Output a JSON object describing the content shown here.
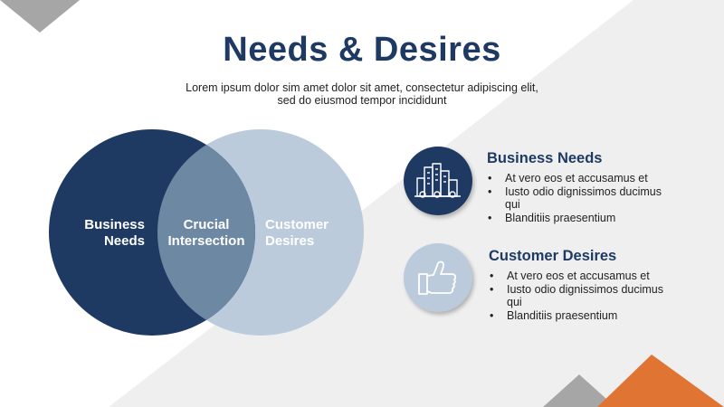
{
  "title": "Needs & Desires",
  "subtitle": {
    "line1": "Lorem ipsum dolor sim amet dolor sit amet, consectetur adipiscing elit,",
    "line2": "sed do eiusmod tempor incididunt"
  },
  "venn": {
    "left": {
      "line1": "Business",
      "line2": "Needs",
      "color": "#1e3a63"
    },
    "intersection": {
      "line1": "Crucial",
      "line2": "Intersection",
      "color": "#6d88a3"
    },
    "right": {
      "line1": "Customer",
      "line2": "Desires",
      "color": "#bccbdb"
    }
  },
  "panels": [
    {
      "title": "Business Needs",
      "icon": "city-buildings-icon",
      "bullets": [
        "At vero eos et accusamus et",
        "Iusto odio dignissimos ducimus qui",
        "Blanditiis praesentium"
      ]
    },
    {
      "title": "Customer Desires",
      "icon": "thumbs-up-icon",
      "bullets": [
        "At vero eos et accusamus et",
        "Iusto odio dignissimos ducimus qui",
        "Blanditiis praesentium"
      ]
    }
  ],
  "colors": {
    "navy": "#1e3a63",
    "light_blue": "#bccbdb",
    "orange": "#e07433",
    "gray": "#a8a8a8"
  }
}
